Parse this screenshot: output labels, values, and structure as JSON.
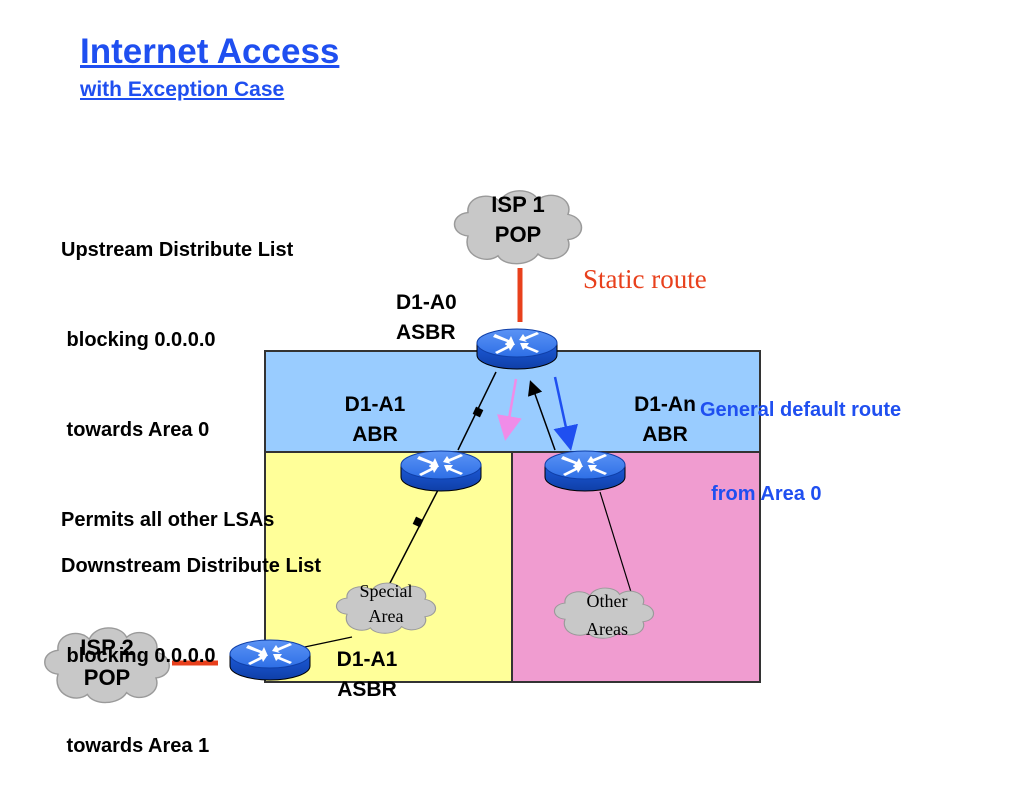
{
  "title": "Internet Access",
  "subtitle": "with Exception Case",
  "upstream_note": {
    "lines": [
      "Upstream Distribute List",
      " blocking 0.0.0.0",
      " towards Area 0",
      "Permits all other LSAs"
    ]
  },
  "downstream_note": {
    "lines": [
      "Downstream Distribute List",
      " blocking 0.0.0.0",
      " towards Area 1"
    ]
  },
  "static_route_label": "Static route",
  "general_default_route": {
    "lines": [
      "General default route",
      "  from Area 0"
    ]
  },
  "clouds": {
    "isp1": {
      "line1": "ISP 1",
      "line2": "POP"
    },
    "isp2": {
      "line1": "ISP 2",
      "line2": "POP"
    },
    "special": {
      "line1": "Special",
      "line2": "Area"
    },
    "other": {
      "line1": "Other",
      "line2": "Areas"
    }
  },
  "routers": {
    "a0": {
      "line1": "D1-A0",
      "line2": "ASBR"
    },
    "a1_abr": {
      "line1": "D1-A1",
      "line2": "ABR"
    },
    "an_abr": {
      "line1": "D1-An",
      "line2": "ABR"
    },
    "a1_asbr": {
      "line1": "D1-A1",
      "line2": "ASBR"
    }
  },
  "colors": {
    "area0": "#99ccff",
    "area1": "#ffff99",
    "other_areas": "#f09cd0",
    "router": "#2f6fe8",
    "static_link": "#e8401c",
    "default_route_arrow": "#1f4ff0",
    "blocked_lsa_arrow": "#f08ce8",
    "title": "#1f4ff0"
  }
}
